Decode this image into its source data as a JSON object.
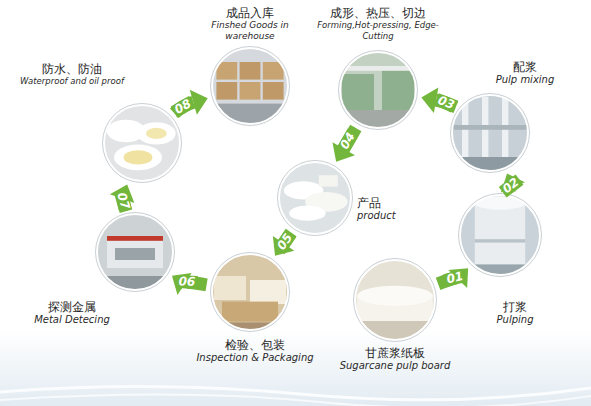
{
  "diagram": {
    "nodes": [
      {
        "text": [
          "甘蔗浆纸板",
          "Sugarcane pulp board"
        ]
      },
      {
        "text": [
          "打浆",
          "Pulping"
        ]
      },
      {
        "text": [
          "配浆",
          "Pulp mixing"
        ]
      },
      {
        "text": [
          "成形、热压、切边",
          "Forming,Hot-pressing, Edge-Cutting"
        ]
      },
      {
        "text": [
          "产品",
          "product"
        ]
      },
      {
        "text": [
          "检验、包装",
          "Inspection & Packaging"
        ]
      },
      {
        "text": [
          "探测金属",
          "Metal Detecing"
        ]
      },
      {
        "text": [
          "防水、防油",
          "Waterproof and oil proof"
        ]
      },
      {
        "text": [
          "成品入库",
          "Finshed Goods in warehouse"
        ]
      }
    ],
    "edges": [
      {
        "from": 0,
        "to": 1,
        "label": "01",
        "arrow": "to"
      },
      {
        "from": 1,
        "to": 2,
        "label": "02",
        "arrow": "to"
      },
      {
        "from": 2,
        "to": 3,
        "label": "03",
        "arrow": "to"
      },
      {
        "from": 3,
        "to": 4,
        "label": "04",
        "arrow": "to"
      },
      {
        "from": 4,
        "to": 5,
        "label": "05",
        "arrow": "to"
      },
      {
        "from": 5,
        "to": 6,
        "label": "06",
        "arrow": "to"
      },
      {
        "from": 6,
        "to": 7,
        "label": "07",
        "arrow": "to"
      },
      {
        "from": 7,
        "to": 8,
        "label": "08",
        "arrow": "to"
      }
    ]
  }
}
